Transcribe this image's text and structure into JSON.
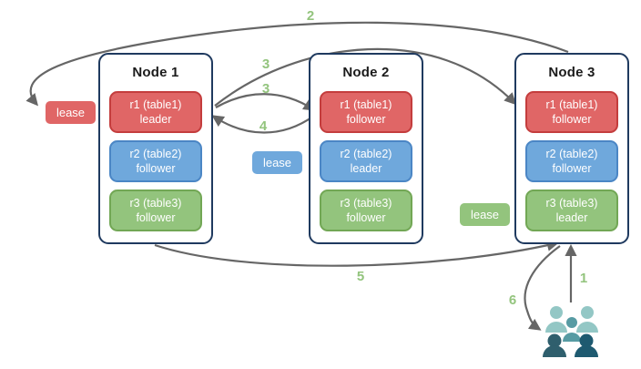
{
  "diagram": {
    "nodes": [
      {
        "title": "Node 1",
        "replicas": [
          {
            "range": "r1 (table1)",
            "role": "leader",
            "color": "#e06666"
          },
          {
            "range": "r2 (table2)",
            "role": "follower",
            "color": "#6fa8dc"
          },
          {
            "range": "r3 (table3)",
            "role": "follower",
            "color": "#93c47d"
          }
        ]
      },
      {
        "title": "Node 2",
        "replicas": [
          {
            "range": "r1 (table1)",
            "role": "follower",
            "color": "#e06666"
          },
          {
            "range": "r2 (table2)",
            "role": "leader",
            "color": "#6fa8dc"
          },
          {
            "range": "r3 (table3)",
            "role": "follower",
            "color": "#93c47d"
          }
        ]
      },
      {
        "title": "Node 3",
        "replicas": [
          {
            "range": "r1 (table1)",
            "role": "follower",
            "color": "#e06666"
          },
          {
            "range": "r2 (table2)",
            "role": "follower",
            "color": "#6fa8dc"
          },
          {
            "range": "r3 (table3)",
            "role": "leader",
            "color": "#93c47d"
          }
        ]
      }
    ],
    "leases": [
      {
        "label": "lease",
        "color": "#e06666"
      },
      {
        "label": "lease",
        "color": "#6fa8dc"
      },
      {
        "label": "lease",
        "color": "#93c47d"
      }
    ],
    "steps": [
      {
        "label": "1"
      },
      {
        "label": "2"
      },
      {
        "label": "3"
      },
      {
        "label": "3"
      },
      {
        "label": "4"
      },
      {
        "label": "5"
      },
      {
        "label": "6"
      }
    ],
    "icons": {
      "clients": "users-icon"
    },
    "colors": {
      "node_border": "#1f3a5f",
      "arrow": "#666666",
      "step_label": "#93c47d",
      "red_fill": "#e06666",
      "red_border": "#c43d3d",
      "blue_fill": "#6fa8dc",
      "blue_border": "#4b86c5",
      "green_fill": "#93c47d",
      "green_border": "#72a755",
      "client_light": "#93c7c5",
      "client_mid": "#579ba3",
      "client_dark_left": "#2f5f6d",
      "client_dark_right": "#1e5a70"
    }
  }
}
